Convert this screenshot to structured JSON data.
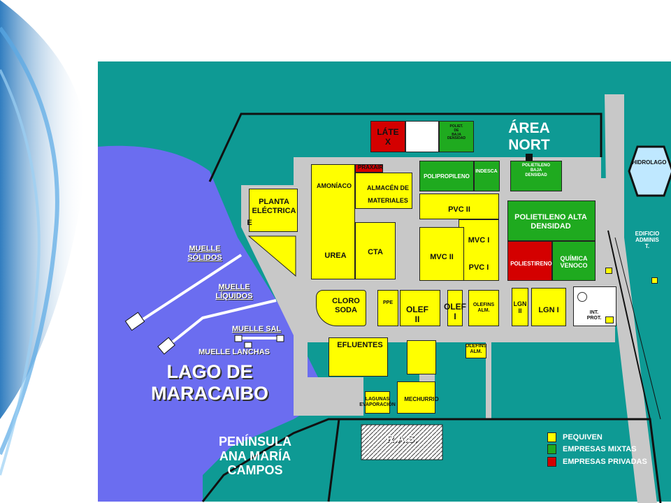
{
  "region_labels": {
    "lake": "LAGO DE\nMARACAIBO",
    "peninsula": "PENÍNSULA\nANA MARÍA\nCAMPOS",
    "area_norte": "ÁREA\nNORT"
  },
  "docks": {
    "solidos": "MUELLE\nSÓLIDOS",
    "liquidos": "MUELLE\nLÍQUIDOS",
    "sal": "MUELLE SAL",
    "lanchas": "MUELLE LANCHAS"
  },
  "plants": {
    "latex": "LÁTE\nX",
    "poliet_baja_top": "POLIET.\nDE\nBAJA\nDENSIDAD",
    "praxair": "PRAXAIR",
    "amoniaco": "AMONÍACO",
    "almacen": "ALMACÉN DE\nMATERIALES",
    "urea": "UREA",
    "cta": "CTA",
    "polipropileno": "POLIPROPILENO",
    "indesca": "INDESCA",
    "polietileno_baja": "POLIETILENO\nBAJA\nDENSIDAD",
    "pvc_ii": "PVC II",
    "mvc_i": "MVC I",
    "mvc_ii": "MVC II",
    "pvc_i": "PVC I",
    "polietileno_alta": "POLIETILENO ALTA\nDENSIDAD",
    "poliestireno": "POLIESTIRENO",
    "quimica_venoco": "QUÍMICA\nVENOCO",
    "planta_electrica": "PLANTA\nELÉCTRICA",
    "planta_electrica_extra": "E",
    "cloro_soda": "CLORO\nSODA",
    "ppe": "PPE",
    "olef_ii": "OLEF\nII",
    "olef_i": "OLEF\nI",
    "olefins_alm_1": "OLEFINS\nALM.",
    "lgn_ii": "LGN\nII",
    "lgn_i": "LGN I",
    "int_prot": "INT.\nPROT.",
    "efluentes": "EFLUENTES",
    "olefins_alm_2": "OLEFINS\nALM.",
    "lagunas": "LAGUNAS\nEVAPORACIÓN",
    "mechurrio": "MECHURRIO",
    "ras": "R.A.S.",
    "hidrolago": "HIDROLAGO",
    "edificio": "EDIFICIO\nADMINIS\nT."
  },
  "legend": [
    {
      "label": "PEQUIVEN",
      "color": "#ffff00"
    },
    {
      "label": "EMPRESAS MIXTAS",
      "color": "#1faa1f"
    },
    {
      "label": "EMPRESAS PRIVADAS",
      "color": "#d40000"
    }
  ],
  "colors": {
    "teal": "#0e9a94",
    "lake": "#6b6df0",
    "site": "#c8c8c8",
    "pequiven": "#ffff00",
    "mixtas": "#1faa1f",
    "privadas": "#d40000"
  }
}
